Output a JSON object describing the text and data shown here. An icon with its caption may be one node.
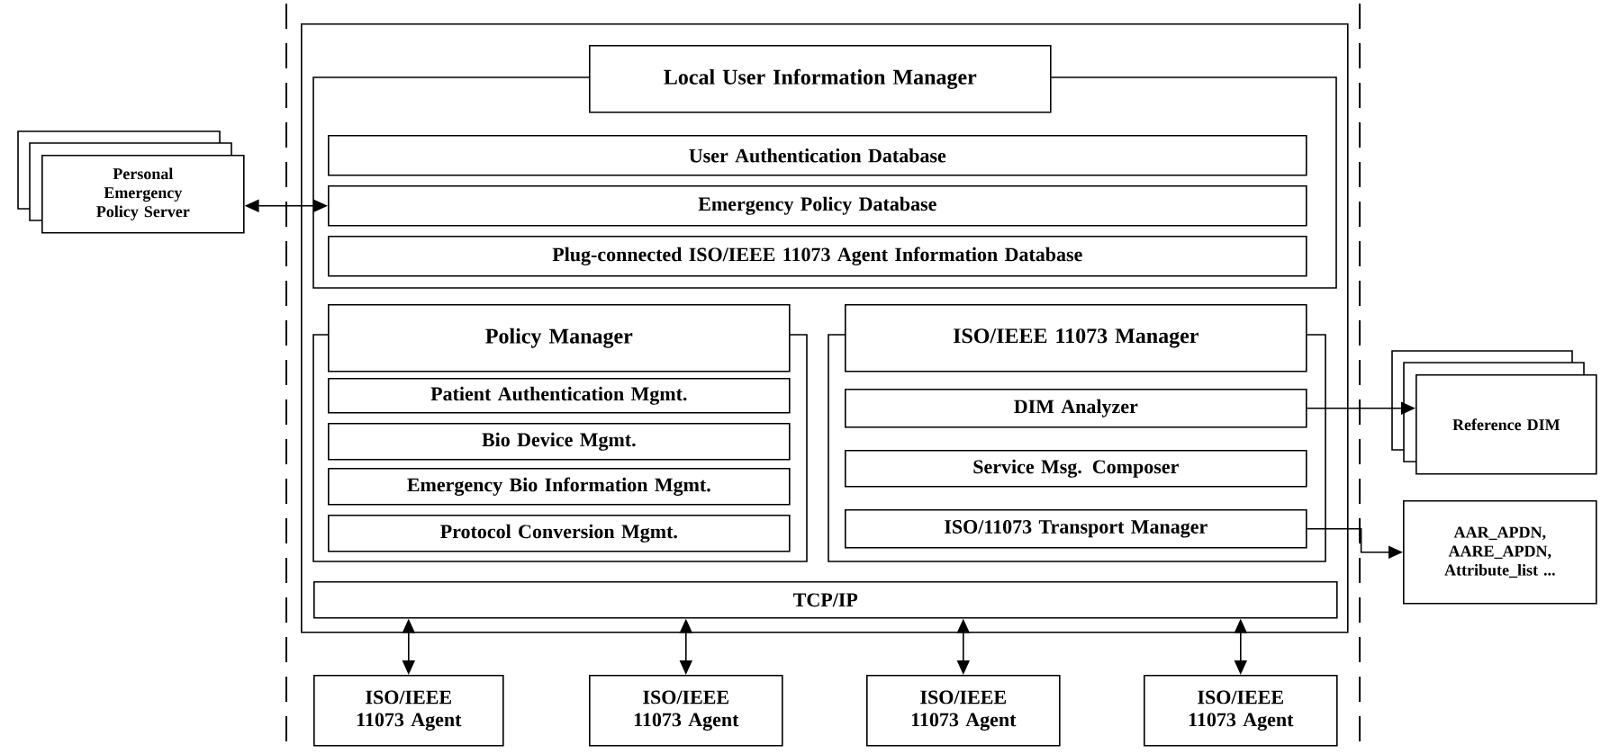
{
  "diagram": {
    "nodes": [
      {
        "text": [],
        "shape": "box"
      },
      {
        "text": [
          "Local User Information Manager"
        ],
        "in": 0
      },
      {
        "text": [
          "User Authentication Database"
        ],
        "in": 1
      },
      {
        "text": [
          "Emergency Policy Database"
        ],
        "in": 1
      },
      {
        "text": [
          "Plug-connected ISO/IEEE 11073 Agent Information Database"
        ],
        "in": 1
      },
      {
        "text": [
          "Policy Manager"
        ],
        "in": 0
      },
      {
        "text": [
          "Patient Authentication Mgmt."
        ],
        "in": 5
      },
      {
        "text": [
          "Bio Device Mgmt."
        ],
        "in": 5
      },
      {
        "text": [
          "Emergency Bio Information Mgmt."
        ],
        "in": 5
      },
      {
        "text": [
          "Protocol Conversion Mgmt."
        ],
        "in": 5
      },
      {
        "text": [
          "ISO/IEEE 11073 Manager"
        ],
        "in": 0
      },
      {
        "text": [
          "DIM Analyzer"
        ],
        "in": 10
      },
      {
        "text": [
          "Service Msg. Composer"
        ],
        "in": 10
      },
      {
        "text": [
          "ISO/11073 Transport Manager"
        ],
        "in": 10
      },
      {
        "text": [
          "TCP/IP"
        ],
        "in": 0
      },
      {
        "text": [
          "ISO/IEEE 11073 Agent"
        ]
      },
      {
        "text": [
          "ISO/IEEE 11073 Agent"
        ]
      },
      {
        "text": [
          "ISO/IEEE 11073 Agent"
        ]
      },
      {
        "text": [
          "ISO/IEEE 11073 Agent"
        ]
      },
      {
        "text": [
          "Personal Emergency Policy Server"
        ]
      },
      {
        "text": [
          "Reference DIM"
        ]
      },
      {
        "text": [
          "AAR_APDN, AARE_APDN, Attribute_list ..."
        ]
      }
    ],
    "edges": [
      {
        "from": 19,
        "to": 3,
        "arrow": "both"
      },
      {
        "from": 11,
        "to": 20,
        "arrow": "to"
      },
      {
        "from": 13,
        "to": 21,
        "arrow": "to"
      },
      {
        "from": 14,
        "to": 15,
        "arrow": "both"
      },
      {
        "from": 14,
        "to": 16,
        "arrow": "both"
      },
      {
        "from": 14,
        "to": 17,
        "arrow": "both"
      },
      {
        "from": 14,
        "to": 18,
        "arrow": "both"
      }
    ]
  }
}
